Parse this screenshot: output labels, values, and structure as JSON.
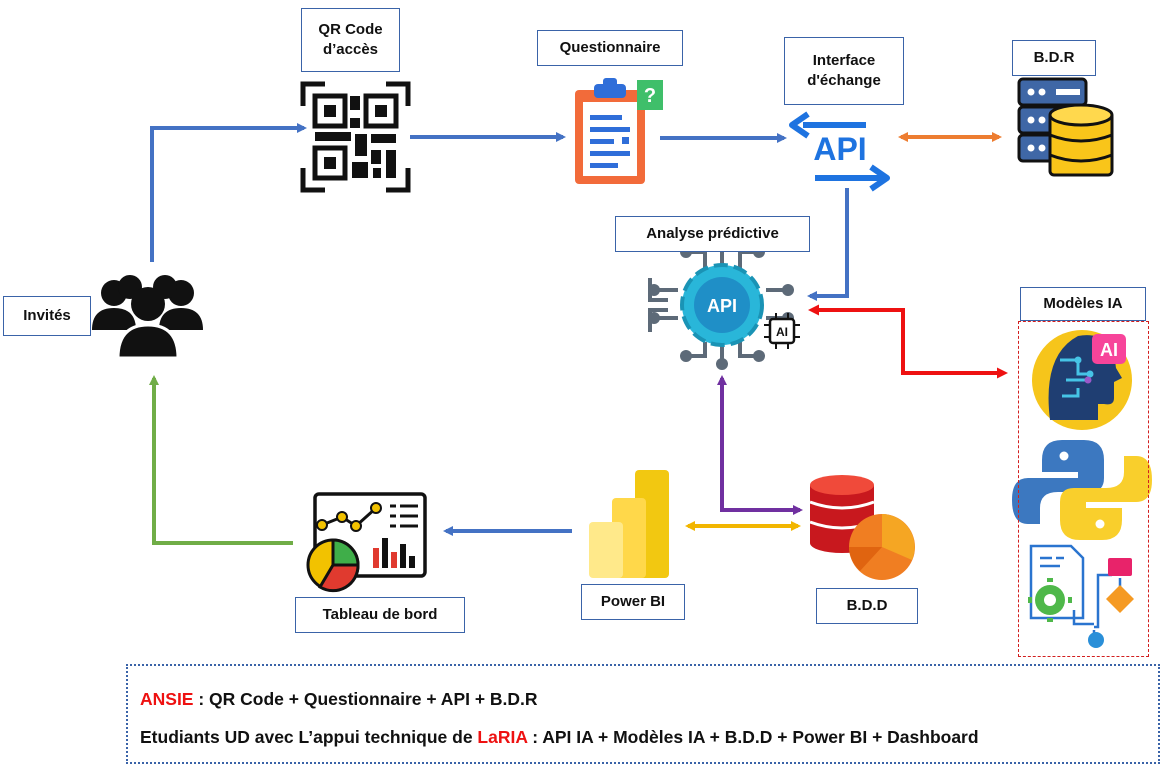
{
  "labels": {
    "qr": "QR Code\nd’accès",
    "questionnaire": "Questionnaire",
    "interface": "Interface\nd'échange",
    "bdr": "B.D.R",
    "analyse": "Analyse prédictive",
    "modeles": "Modèles IA",
    "invites": "Invités",
    "tableau": "Tableau de bord",
    "powerbi": "Power BI",
    "bdd": "B.D.D"
  },
  "icon_text": {
    "api": "API",
    "api_chip": "API",
    "ai_chip": "AI",
    "ai_badge": "AI",
    "question_mark": "?"
  },
  "legend": {
    "line1_prefix": "ANSIE",
    "line1_rest": " : QR Code + Questionnaire + API + B.D.R",
    "line2_start": "Etudiants UD avec L’appui technique de ",
    "line2_org": "LaRIA",
    "line2_rest": " : API IA + Modèles IA + B.D.D + Power BI + Dashboard"
  },
  "colors": {
    "flow_blue": "#4472c4",
    "bdr_link_orange": "#ed7d31",
    "models_link_red": "#ee1111",
    "bdd_link_purple": "#7030a0",
    "powerbi_link_yellow": "#f2b600",
    "dashboard_link_green": "#70ad47",
    "label_border": "#3a63a8"
  },
  "icons": [
    "qr-code-icon",
    "clipboard-icon",
    "api-icon",
    "database-server-icon",
    "api-gear-icon",
    "ai-chip-icon",
    "ai-head-icon",
    "python-icon",
    "workflow-icon",
    "users-group-icon",
    "dashboard-icon",
    "power-bi-icon",
    "pie-database-icon"
  ]
}
